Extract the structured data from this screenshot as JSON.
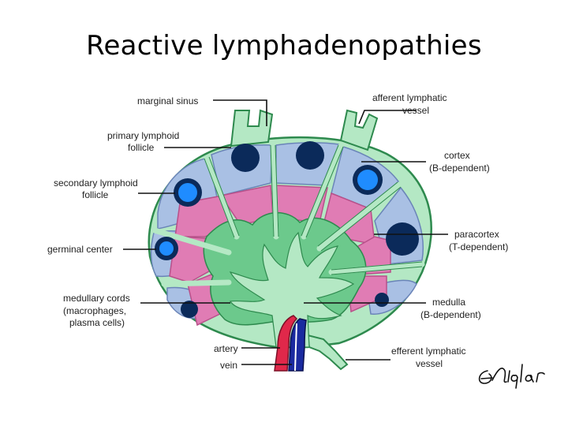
{
  "title": "Reactive lymphadenopathies",
  "labels": {
    "marginal_sinus": "marginal sinus",
    "primary_follicle_1": "primary lymphoid",
    "primary_follicle_2": "follicle",
    "secondary_follicle_1": "secondary lymphoid",
    "secondary_follicle_2": "follicle",
    "germinal_center": "germinal center",
    "medullary_cords_1": "medullary cords",
    "medullary_cords_2": "(macrophages,",
    "medullary_cords_3": "plasma cells)",
    "artery": "artery",
    "vein": "vein",
    "afferent_1": "afferent lymphatic",
    "afferent_2": "vessel",
    "cortex_1": "cortex",
    "cortex_2": "(B-dependent)",
    "paracortex_1": "paracortex",
    "paracortex_2": "(T-dependent)",
    "medulla_1": "medulla",
    "medulla_2": "(B-dependent)",
    "efferent_1": "efferent lymphatic",
    "efferent_2": "vessel"
  },
  "colors": {
    "capsule": "#b4e8c4",
    "cortex_blue": "#a9c0e4",
    "paracortex_pink": "#e07cb4",
    "medulla_green": "#6cc98c",
    "follicle_dark": "#0b2a5a",
    "germinal_light": "#1f8cff",
    "artery": "#e0284a",
    "vein": "#1a2aa0"
  }
}
